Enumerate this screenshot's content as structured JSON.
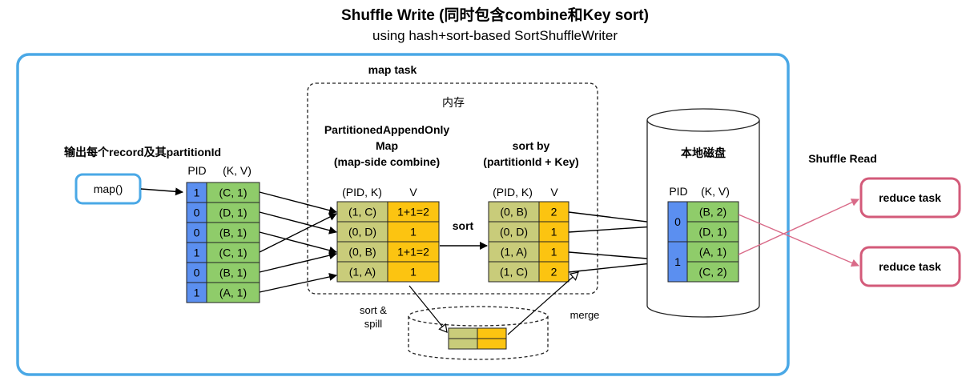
{
  "title": "Shuffle Write (同时包含combine和Key sort)",
  "subtitle": "using hash+sort-based SortShuffleWriter",
  "map_task_label": "map task",
  "memory_label": "内存",
  "output_label": "输出每个record及其partitionId",
  "map_func_label": "map()",
  "input_table": {
    "header_pid": "PID",
    "header_kv": "(K, V)",
    "rows": [
      {
        "pid": "1",
        "kv": "(C, 1)"
      },
      {
        "pid": "0",
        "kv": "(D, 1)"
      },
      {
        "pid": "0",
        "kv": "(B, 1)"
      },
      {
        "pid": "1",
        "kv": "(C, 1)"
      },
      {
        "pid": "0",
        "kv": "(B, 1)"
      },
      {
        "pid": "1",
        "kv": "(A, 1)"
      }
    ]
  },
  "pao_map": {
    "title_line1": "PartitionedAppendOnly",
    "title_line2": "Map",
    "title_line3": "(map-side combine)",
    "header_key": "(PID, K)",
    "header_value": "V",
    "rows": [
      {
        "key": "(1, C)",
        "value": "1+1=2"
      },
      {
        "key": "(0, D)",
        "value": "1"
      },
      {
        "key": "(0, B)",
        "value": "1+1=2"
      },
      {
        "key": "(1, A)",
        "value": "1"
      }
    ]
  },
  "sort_arrow_label": "sort",
  "sorted": {
    "title_line1": "sort by",
    "title_line2": "(partitionId + Key)",
    "header_key": "(PID, K)",
    "header_value": "V",
    "rows": [
      {
        "key": "(0, B)",
        "value": "2"
      },
      {
        "key": "(0, D)",
        "value": "1"
      },
      {
        "key": "(1, A)",
        "value": "1"
      },
      {
        "key": "(1, C)",
        "value": "2"
      }
    ]
  },
  "spill_label_line1": "sort &",
  "spill_label_line2": "spill",
  "merge_label": "merge",
  "disk": {
    "title": "本地磁盘",
    "header_pid": "PID",
    "header_kv": "(K, V)",
    "groups": [
      {
        "pid": "0",
        "rows": [
          "(B, 2)",
          "(D, 1)"
        ]
      },
      {
        "pid": "1",
        "rows": [
          "(A, 1)",
          "(C, 2)"
        ]
      }
    ]
  },
  "shuffle_read_label": "Shuffle Read",
  "reduce_tasks": [
    "reduce task",
    "reduce task"
  ],
  "colors": {
    "frame_blue": "#4aa8e6",
    "pid_blue": "#5b8ff0",
    "green": "#8fcc6a",
    "olive": "#c9cc7a",
    "yellow": "#fcc411",
    "reduce_border": "#d35a79",
    "read_line": "#d96a88"
  }
}
